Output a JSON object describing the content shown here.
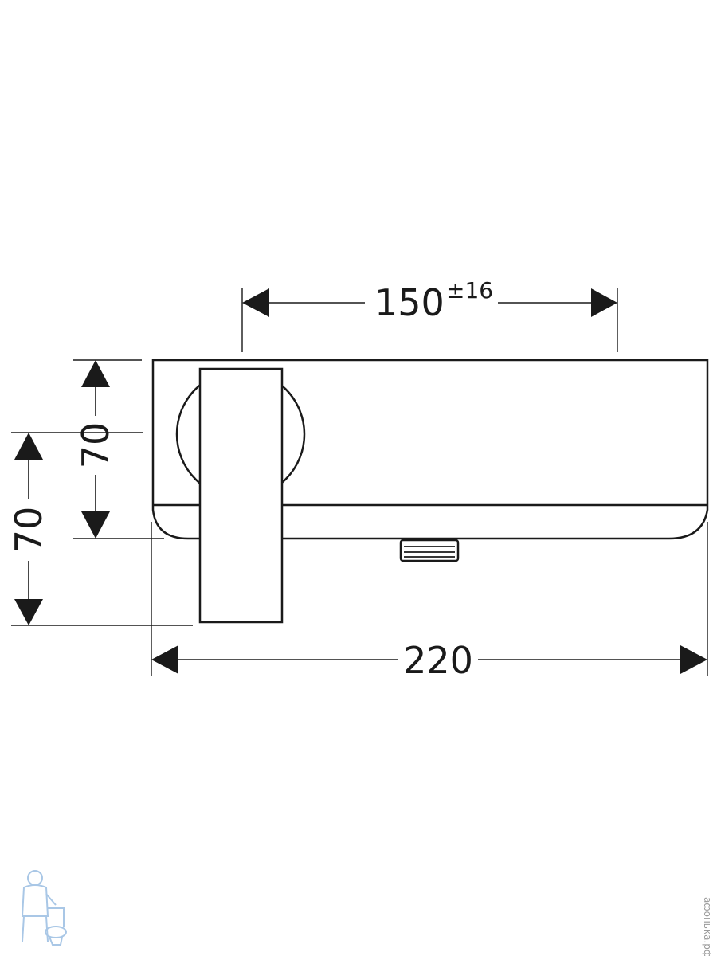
{
  "diagram": {
    "dimensions": {
      "top_width": {
        "value": "150",
        "tolerance": "±16"
      },
      "upper_height": "70",
      "lower_height": "70",
      "overall_width": "220"
    }
  },
  "watermark": {
    "text": "афонька.рф",
    "logo": "plumber-with-toilet-logo"
  },
  "colors": {
    "line": "#1a1a1a",
    "background": "#ffffff",
    "watermark_logo": "#a9c7e6"
  }
}
